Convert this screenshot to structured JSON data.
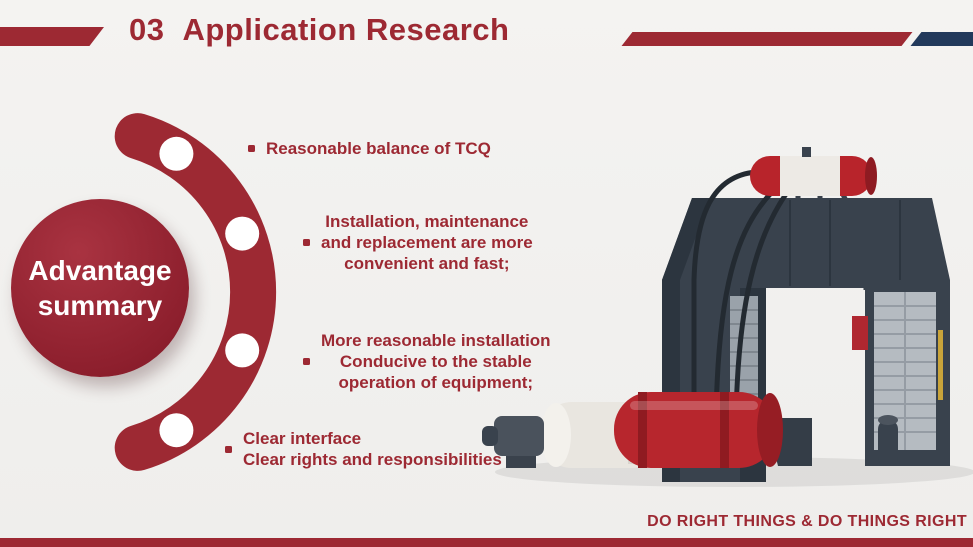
{
  "colors": {
    "accent": "#9d2933",
    "navy": "#22395b"
  },
  "header": {
    "number": "03",
    "title": "Application Research"
  },
  "advantage_circle": {
    "line1": "Advantage",
    "line2": "summary"
  },
  "bullets": [
    {
      "lines": [
        "Reasonable balance of TCQ"
      ]
    },
    {
      "lines": [
        "Installation, maintenance",
        "and replacement are more",
        "convenient and fast;"
      ]
    },
    {
      "lines": [
        "More reasonable installation",
        "Conducive to the stable",
        "operation of equipment;"
      ]
    },
    {
      "lines": [
        "Clear interface",
        "Clear rights and responsibilities"
      ]
    }
  ],
  "illustration": {
    "alt": "industrial boiler equipment"
  },
  "footer": {
    "slogan": "DO RIGHT THINGS & DO THINGS RIGHT"
  }
}
